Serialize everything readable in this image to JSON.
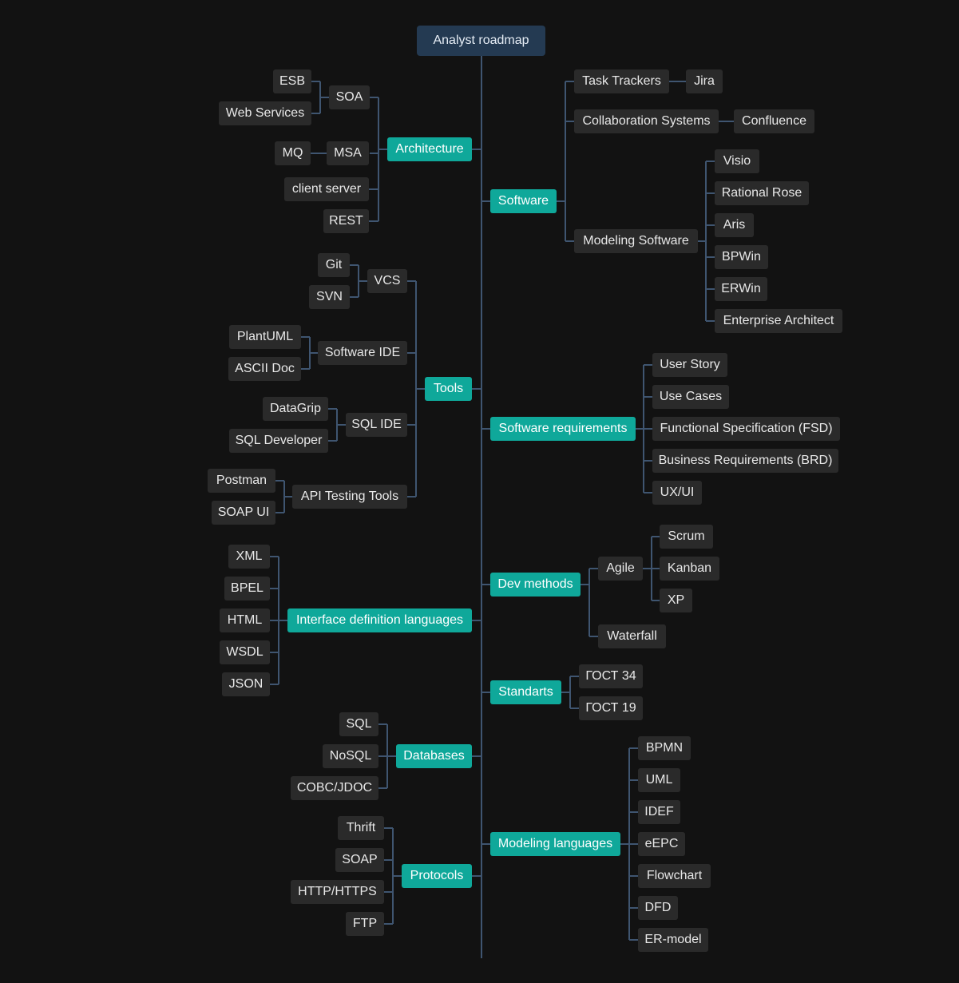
{
  "title": "Analyst roadmap",
  "colors": {
    "background": "#121212",
    "root": "#243a52",
    "category": "#0fa89a",
    "leaf": "#2a2a2a",
    "line": "#3f5570",
    "text": "#e8e8e8"
  },
  "nodes": {
    "architecture": "Architecture",
    "soa": "SOA",
    "esb": "ESB",
    "web_services": "Web Services",
    "msa": "MSA",
    "mq": "MQ",
    "client_server": "client server",
    "rest": "REST",
    "tools": "Tools",
    "vcs": "VCS",
    "git": "Git",
    "svn": "SVN",
    "software_ide": "Software IDE",
    "plantuml": "PlantUML",
    "ascii_doc": "ASCII Doc",
    "sql_ide": "SQL IDE",
    "datagrip": "DataGrip",
    "sql_developer": "SQL Developer",
    "api_testing_tools": "API Testing Tools",
    "postman": "Postman",
    "soap_ui": "SOAP UI",
    "idl": "Interface definition languages",
    "xml": "XML",
    "bpel": "BPEL",
    "html": "HTML",
    "wsdl": "WSDL",
    "json": "JSON",
    "databases": "Databases",
    "sql": "SQL",
    "nosql": "NoSQL",
    "cobc": "COBC/JDOC",
    "protocols": "Protocols",
    "thrift": "Thrift",
    "soap": "SOAP",
    "http": "HTTP/HTTPS",
    "ftp": "FTP",
    "software": "Software",
    "task_trackers": "Task Trackers",
    "jira": "Jira",
    "collab": "Collaboration Systems",
    "confluence": "Confluence",
    "modeling_software": "Modeling Software",
    "visio": "Visio",
    "rational_rose": "Rational Rose",
    "aris": "Aris",
    "bpwin": "BPWin",
    "erwin": "ERWin",
    "enterprise_architect": "Enterprise Architect",
    "software_requirements": "Software requirements",
    "user_story": "User Story",
    "use_cases": "Use Cases",
    "fsd": "Functional Specification (FSD)",
    "brd": "Business Requirements (BRD)",
    "uxui": "UX/UI",
    "dev_methods": "Dev methods",
    "agile": "Agile",
    "scrum": "Scrum",
    "kanban": "Kanban",
    "xp": "XP",
    "waterfall": "Waterfall",
    "standarts": "Standarts",
    "gost34": "ГОСТ 34",
    "gost19": "ГОСТ 19",
    "modeling_languages": "Modeling languages",
    "bpmn": "BPMN",
    "uml": "UML",
    "idef": "IDEF",
    "eepc": "eEPC",
    "flowchart": "Flowchart",
    "dfd": "DFD",
    "er_model": "ER-model"
  }
}
